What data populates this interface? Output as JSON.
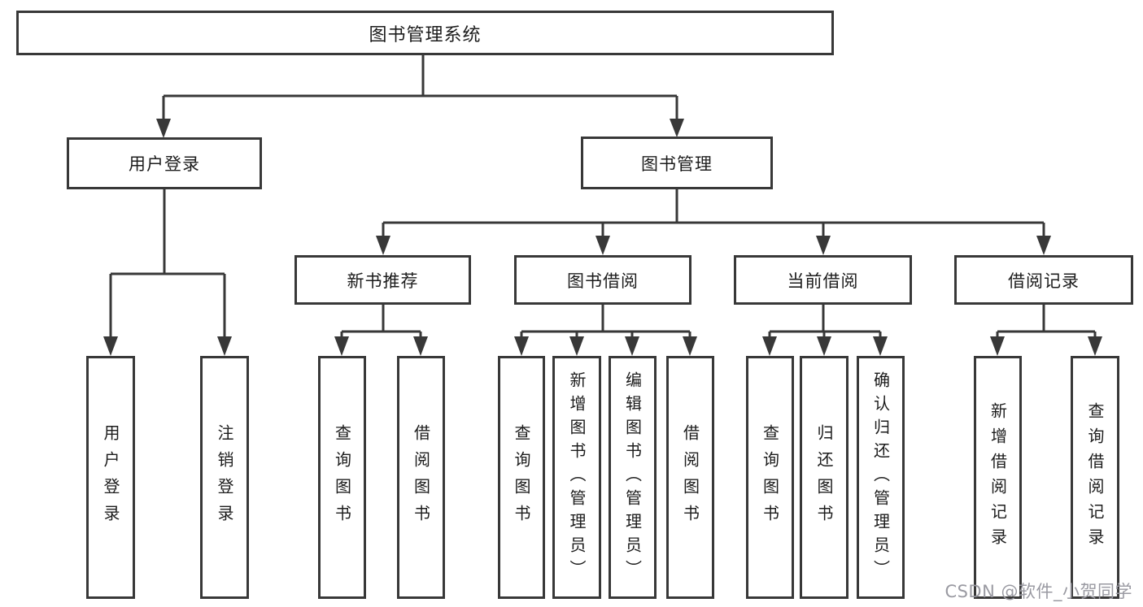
{
  "diagram_type": "hierarchy-tree",
  "root": {
    "label": "图书管理系统"
  },
  "level2": {
    "user_login": {
      "label": "用户登录"
    },
    "book_mgmt": {
      "label": "图书管理"
    }
  },
  "level3": {
    "new_books": {
      "label": "新书推荐"
    },
    "borrow": {
      "label": "图书借阅"
    },
    "current": {
      "label": "当前借阅"
    },
    "records": {
      "label": "借阅记录"
    }
  },
  "leaves": {
    "login": {
      "label": "用户登录"
    },
    "logout": {
      "label": "注销登录"
    },
    "nb_query": {
      "label": "查询图书"
    },
    "nb_borrow": {
      "label": "借阅图书"
    },
    "bw_query": {
      "label": "查询图书"
    },
    "bw_add": {
      "label": "新增图书（管理员）"
    },
    "bw_edit": {
      "label": "编辑图书（管理员）"
    },
    "bw_borrow": {
      "label": "借阅图书"
    },
    "cu_query": {
      "label": "查询图书"
    },
    "cu_return": {
      "label": "归还图书"
    },
    "cu_confirm": {
      "label": "确认归还（管理员）"
    },
    "rc_add": {
      "label": "新增借阅记录"
    },
    "rc_query": {
      "label": "查询借阅记录"
    }
  },
  "watermark": "CSDN @软件_小贺同学",
  "colors": {
    "line": "#383838",
    "box_fill": "#ffffff",
    "text": "#1c1c1c",
    "watermark": "#9a9aa2"
  }
}
